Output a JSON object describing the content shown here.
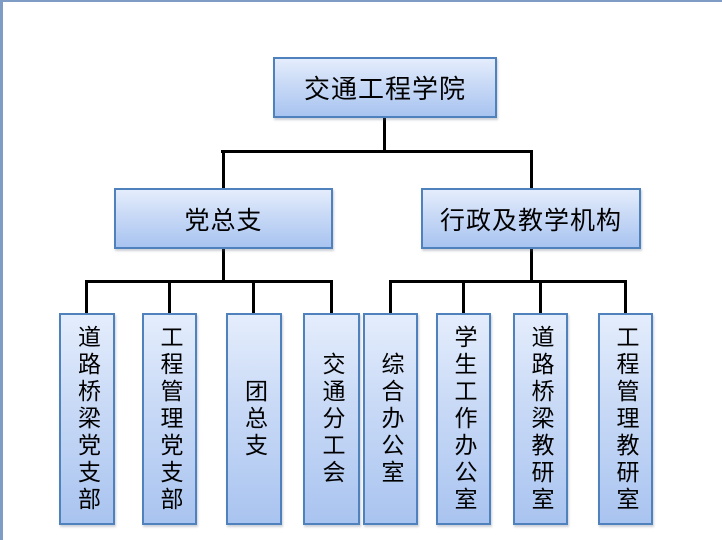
{
  "diagram": {
    "type": "org-chart",
    "root": {
      "label": "交通工程学院"
    },
    "branches": [
      {
        "label": "党总支",
        "children": [
          {
            "label": "道路桥梁党支部"
          },
          {
            "label": "工程管理党支部"
          },
          {
            "label": "团总支"
          },
          {
            "label": "交通分工会"
          }
        ]
      },
      {
        "label": "行政及教学机构",
        "children": [
          {
            "label": "综合办公室"
          },
          {
            "label": "学生工作办公室"
          },
          {
            "label": "道路桥梁教研室"
          },
          {
            "label": "工程管理教研室"
          }
        ]
      }
    ],
    "colors": {
      "box_fill_top": "#e4edfc",
      "box_fill_bottom": "#a9c4f0",
      "box_border": "#4f81bd",
      "connector": "#000000",
      "page_border": "#7f9dc4",
      "text": "#000000",
      "background": "#ffffff"
    }
  }
}
